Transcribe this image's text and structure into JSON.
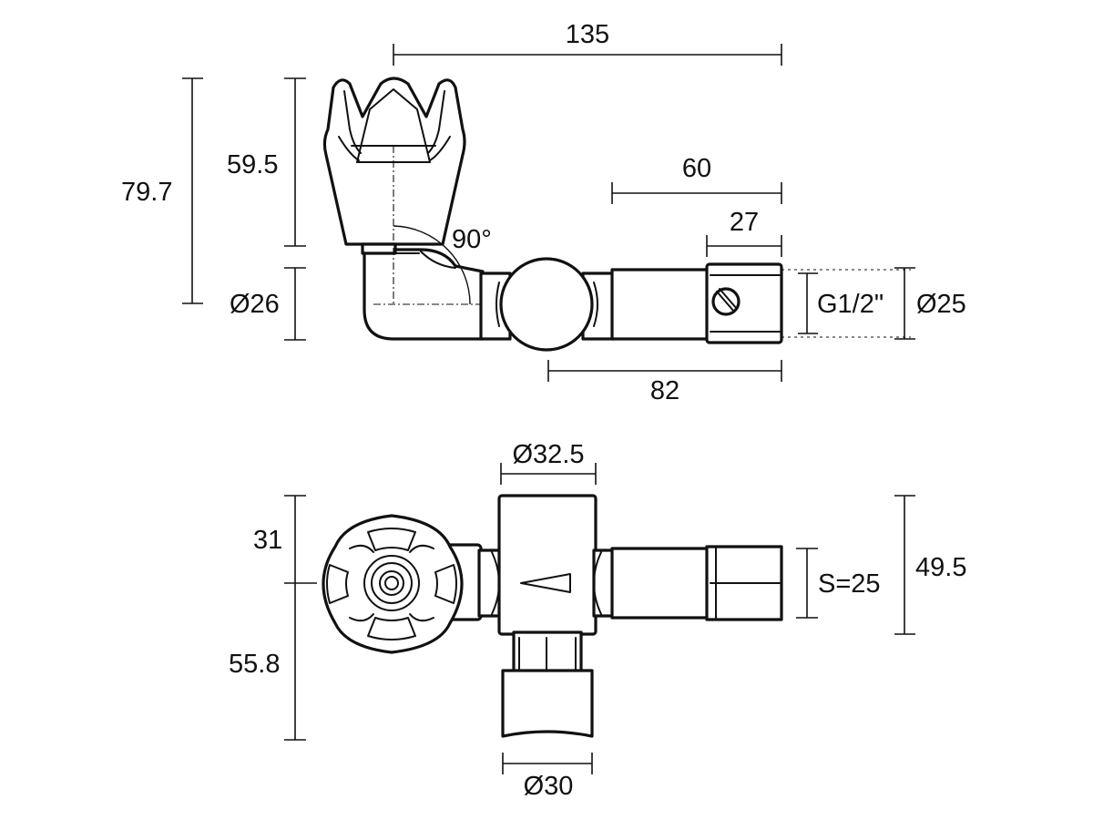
{
  "dimensions": {
    "top_overall_length": "135",
    "valve_height_total": "79.7",
    "handle_height": "59.5",
    "angle": "90°",
    "elbow_diameter": "Ø26",
    "pipe_length": "60",
    "nut_length": "27",
    "thread": "G1/2\"",
    "outlet_diameter": "Ø25",
    "body_length": "82",
    "body_diameter": "Ø32.5",
    "handle_upper": "31",
    "handle_lower": "55.8",
    "wrench_size": "S=25",
    "outlet_height": "49.5",
    "bottom_diameter": "Ø30"
  },
  "colors": {
    "line": "#111111",
    "background": "#ffffff"
  },
  "icons": [
    "arrow-indicator-icon",
    "slotted-screw-icon"
  ]
}
